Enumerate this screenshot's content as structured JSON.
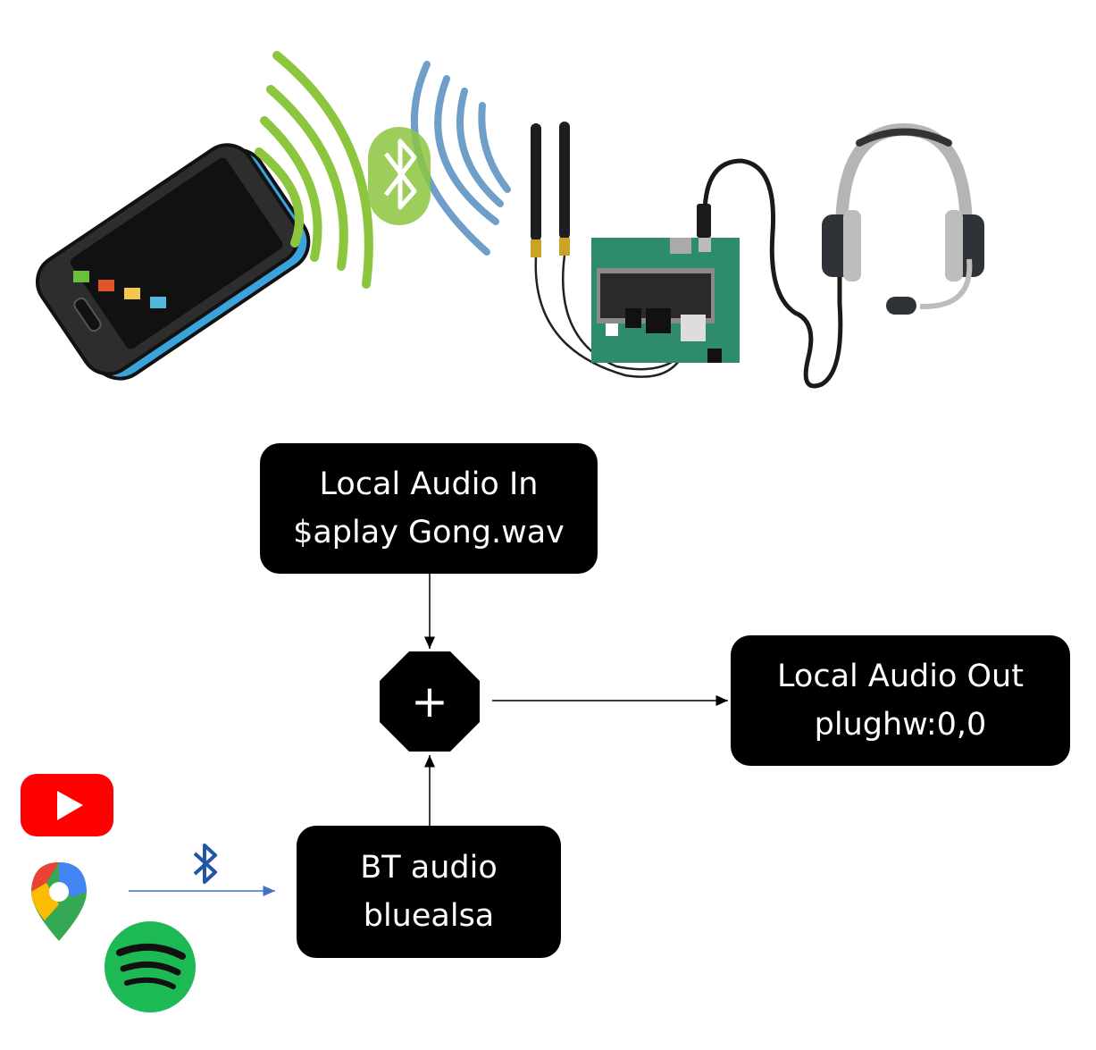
{
  "blocks": {
    "local_in": {
      "line1": "Local Audio In",
      "line2": "$aplay Gong.wav"
    },
    "local_out": {
      "line1": "Local Audio Out",
      "line2": "plughw:0,0"
    },
    "bt_audio": {
      "line1": "BT audio",
      "line2": "bluealsa"
    }
  },
  "mixer": {
    "symbol": "+"
  },
  "colors": {
    "box_fill": "#000000",
    "box_text": "#ffffff",
    "bt_wave_green": "#8cc63f",
    "bt_wave_blue": "#6f9fc8",
    "bt_arrow": "#4472c4",
    "bluetooth_icon": "#2155a8",
    "phone_body": "#3aa3dc",
    "board_green": "#2e8b6e",
    "youtube_red": "#ff0000",
    "spotify_green": "#1db954"
  },
  "icons": [
    "smartphone-icon",
    "bluetooth-icon",
    "board-with-antennas-icon",
    "headset-icon",
    "youtube-icon",
    "google-maps-icon",
    "spotify-icon"
  ]
}
